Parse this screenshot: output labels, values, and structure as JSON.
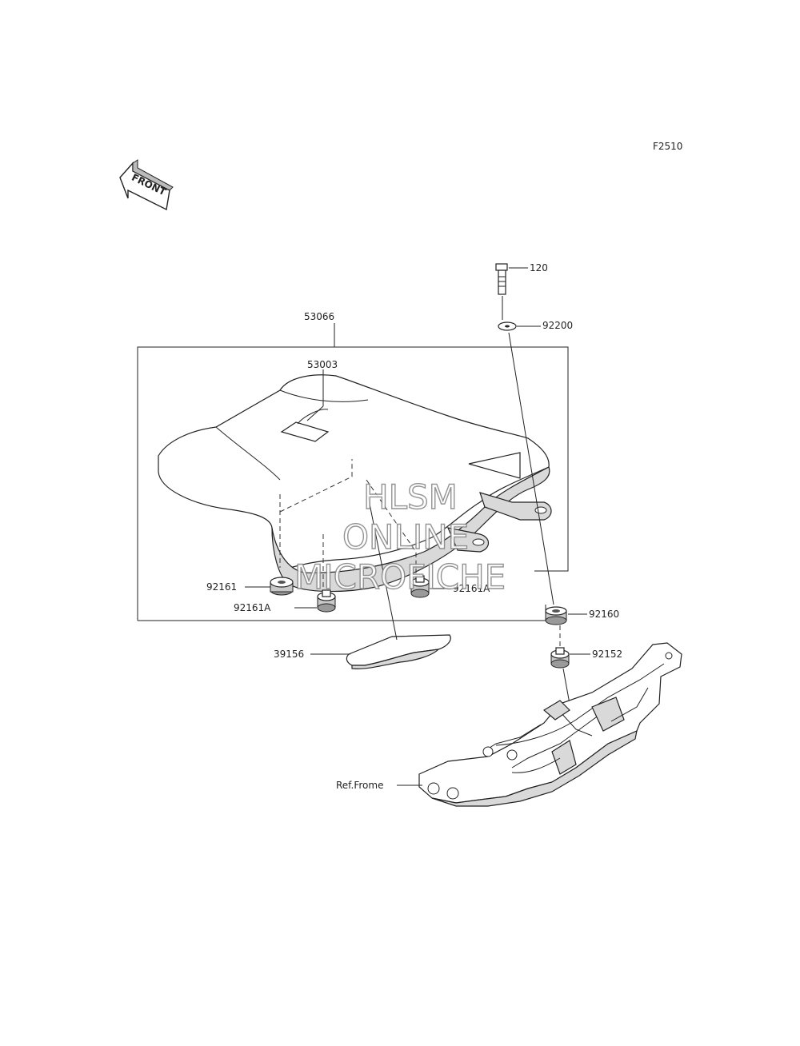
{
  "figure_code": "F2510",
  "front_arrow_label": "FRONT",
  "watermark": {
    "line1": "HLSM",
    "line2": "ONLINE",
    "line3": "MICROFICHE"
  },
  "callouts": {
    "p120": "120",
    "p92200": "92200",
    "p53066": "53066",
    "p53003": "53003",
    "p92161": "92161",
    "p92161A_left": "92161A",
    "p92161A_right": "92161A",
    "p92160": "92160",
    "p92152": "92152",
    "p39156": "39156",
    "ref_frame": "Ref.Frome"
  }
}
